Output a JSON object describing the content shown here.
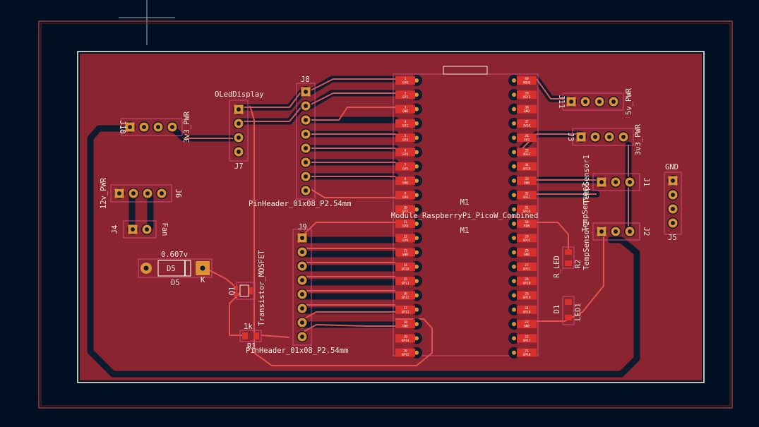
{
  "colors": {
    "background": "#001023",
    "board_fill": "#8a2430",
    "trace": "#e0524f",
    "keepout": "#0c1b2e",
    "edge_cuts": "#f2eddc",
    "courtyard": "#d04a7a",
    "silk": "#f2eddc",
    "pad": "#d8302c",
    "outline_red": "#c8433c"
  },
  "icons": {
    "crosshair": "cursor-crosshair-icon"
  },
  "labels": {
    "module_ref": "M1",
    "module_value": "Module_RaspberryPi_PicoW_Combined",
    "module_ref2": "M1",
    "j8": "J8",
    "j9": "J9",
    "header_top": "PinHeader_01x08_P2.54mm",
    "header_bottom": "PinHeader_01x08_P2.54mm",
    "oled": "OLedDisplay",
    "j7": "J7",
    "j10": "J10",
    "p3v3_left": "3v3_PWR",
    "v12": "12v_PWR",
    "j6": "J6",
    "j4": "J4",
    "fan": "Fan",
    "diode_val": "0.607v",
    "d5_body": "D5",
    "d5_ref": "D5",
    "k": "K",
    "q1": "Q1",
    "transistor": "Transistor_MOSFET",
    "r1": "1k",
    "r_ref": "R1",
    "j11": "J11",
    "v5": "5v_PWR",
    "j3": "J3",
    "p3v3_right": "3v3_PWR",
    "tempsensor1": "TempSensor1",
    "j1": "J1",
    "gnd": "GND",
    "j5": "J5",
    "tempsensor2": "TempSensor2",
    "tempsensor2b": "TempSensor2",
    "j2": "J2",
    "r_led": "R_LED",
    "r2": "R2",
    "d1": "D1",
    "led1": "LED1"
  },
  "pins_left": [
    "GP0",
    "GP1",
    "GND",
    "GP2",
    "GP3",
    "GP4",
    "GP5",
    "GND",
    "GP6",
    "GP7",
    "GP8",
    "GP9",
    "GND",
    "GP10",
    "GP11",
    "GP12",
    "GP13",
    "GND",
    "GP14",
    "GP15"
  ],
  "pins_right": [
    "VBUS",
    "VSYS",
    "GND",
    "3V3E",
    "3V3",
    "VREF",
    "GP28",
    "GND",
    "GP27",
    "GP26",
    "RUN",
    "GP22",
    "GND",
    "GP21",
    "GP20",
    "GP19",
    "GP18",
    "GND",
    "GP17",
    "GP16"
  ]
}
